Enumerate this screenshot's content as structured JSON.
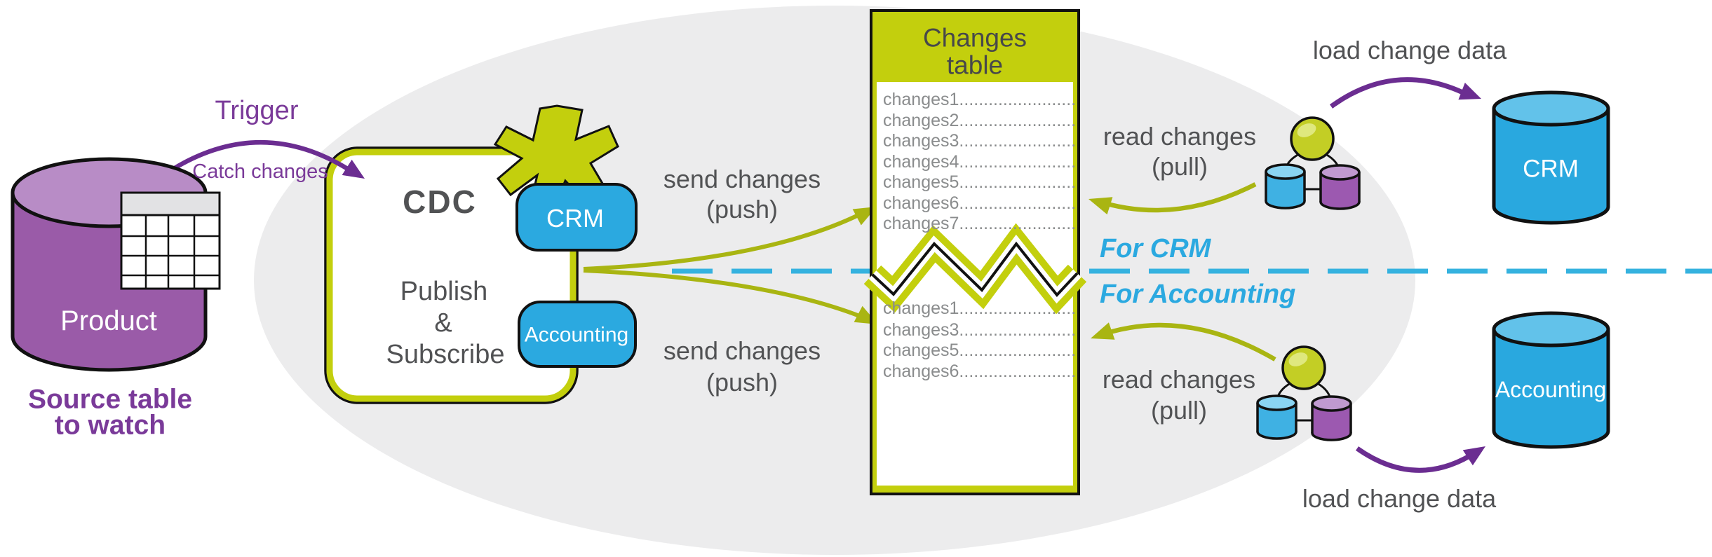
{
  "source_db": {
    "label": "Product",
    "caption_line1": "Source table",
    "caption_line2": "to watch"
  },
  "trigger": {
    "label": "Trigger",
    "sublabel": "Catch changes"
  },
  "cdc": {
    "title": "CDC",
    "subtitle_line1": "Publish",
    "subtitle_line2": "&",
    "subtitle_line3": "Subscribe",
    "crm_channel_label": "CRM",
    "accounting_channel_label": "Accounting"
  },
  "flow_labels": {
    "send_line1": "send changes",
    "send_line2": "(push)",
    "read_line1": "read changes",
    "read_line2": "(pull)",
    "load": "load change data"
  },
  "changes_table": {
    "header_line1": "Changes",
    "header_line2": "table",
    "upper_rows": [
      "changes1........................",
      "changes2........................",
      "changes3........................",
      "changes4........................",
      "changes5........................",
      "changes6........................",
      "changes7........................"
    ],
    "lower_rows": [
      "changes1........................",
      "changes3........................",
      "changes5........................",
      "changes6........................"
    ]
  },
  "partitions": {
    "for_crm": "For CRM",
    "for_accounting": "For Accounting"
  },
  "targets": {
    "crm_db_label": "CRM",
    "accounting_db_label": "Accounting"
  },
  "colors": {
    "olive_fill": "#C3CF0D",
    "olive_arrow": "#A9B512",
    "blue": "#2BA9E0",
    "blue_light": "#62C2EA",
    "dashed_line_blue": "#35B2DF",
    "purple_arrow": "#6B2D91",
    "purple_cylinder": "#9A5BA8",
    "purple_cylinder_top": "#B88CC6",
    "purple_text": "#7A3A99",
    "gray_label_text": "#515254",
    "row_text": "#8A8C8D",
    "ellipse_background": "#ECECED"
  }
}
